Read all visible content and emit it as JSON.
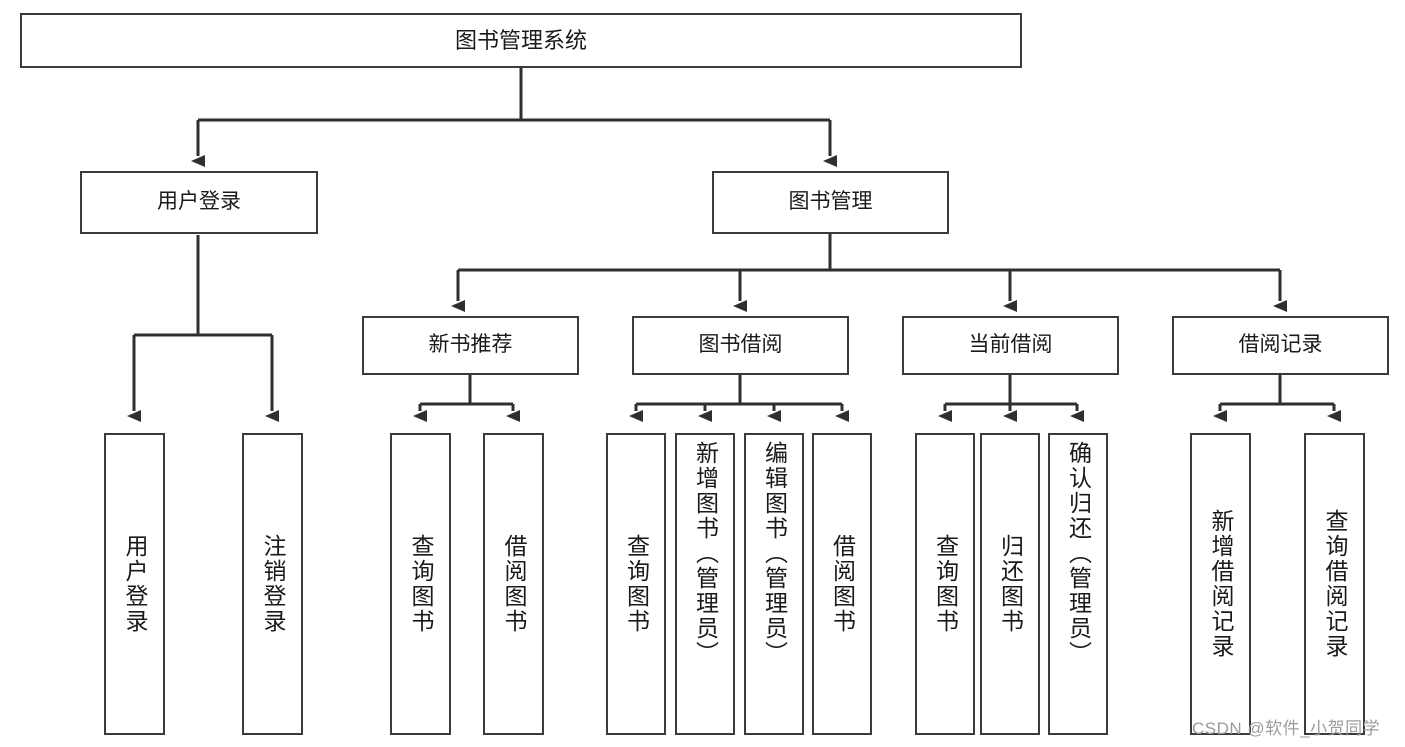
{
  "diagram": {
    "title": "图书管理系统",
    "type": "tree-hierarchy-chart",
    "watermark": "CSDN @软件_小贺同学",
    "colors": {
      "border": "#3b3b3b",
      "background": "#ffffff",
      "text": "#1a1a1a",
      "watermark": "#9c9c9c"
    },
    "nodes": {
      "root": "图书管理系统",
      "level2": [
        "用户登录",
        "图书管理"
      ],
      "level3": [
        "新书推荐",
        "图书借阅",
        "当前借阅",
        "借阅记录"
      ],
      "leaves": {
        "user_login": [
          "用户登录",
          "注销登录"
        ],
        "new_book_recommend": [
          "查询图书",
          "借阅图书"
        ],
        "book_borrow": [
          "查询图书",
          "新增图书（管理员）",
          "编辑图书（管理员）",
          "借阅图书"
        ],
        "current_borrow": [
          "查询图书",
          "归还图书",
          "确认归还（管理员）"
        ],
        "borrow_record": [
          "新增借阅记录",
          "查询借阅记录"
        ]
      }
    }
  }
}
